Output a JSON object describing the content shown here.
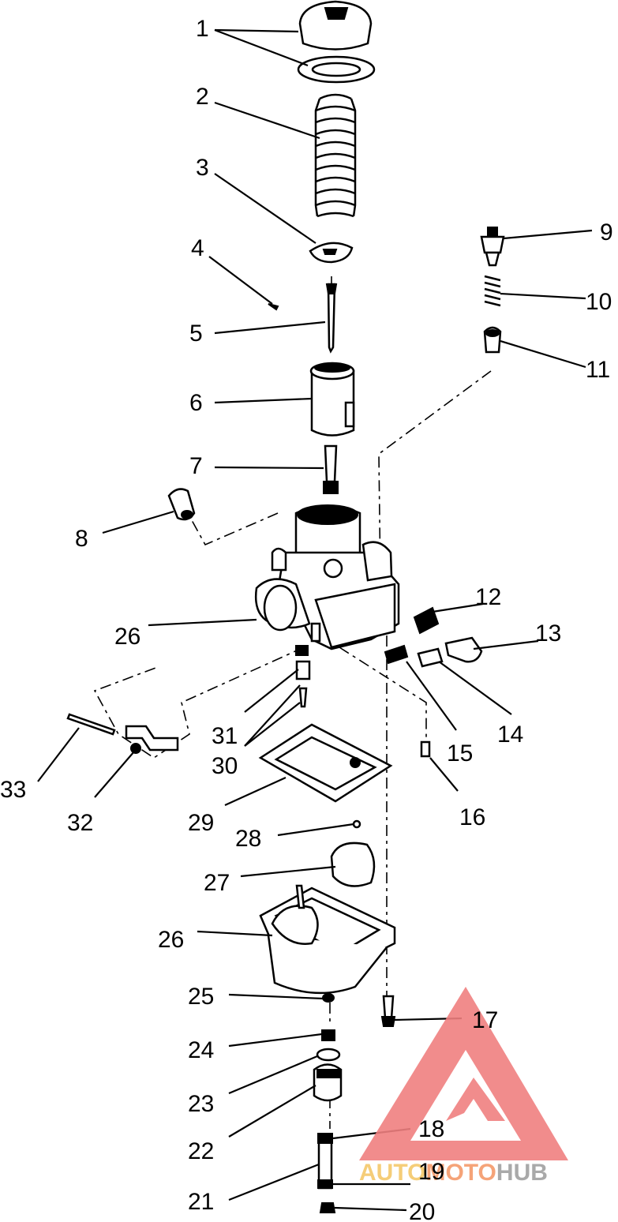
{
  "callouts": [
    "1",
    "2",
    "3",
    "4",
    "5",
    "6",
    "7",
    "8",
    "9",
    "10",
    "11",
    "12",
    "13",
    "14",
    "15",
    "16",
    "26",
    "31",
    "30",
    "33",
    "32",
    "29",
    "28",
    "27",
    "26",
    "25",
    "17",
    "24",
    "23",
    "22",
    "18",
    "19",
    "21",
    "20"
  ],
  "watermark": {
    "text_a": "AUTO",
    "text_b": "MOTO",
    "text_c": "HUB",
    "colors": {
      "logo": "#f08080",
      "text_a": "#f4c86a",
      "text_b": "#f59a6a",
      "text_c": "#a0a0a0"
    }
  }
}
